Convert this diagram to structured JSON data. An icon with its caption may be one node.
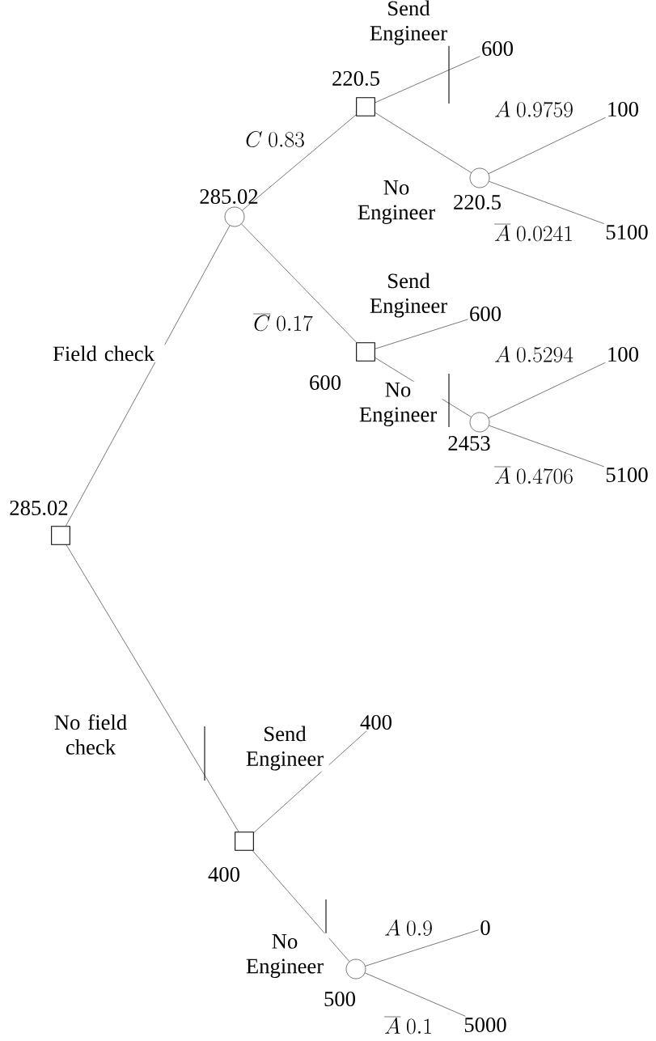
{
  "diagram": {
    "nodes": [
      {
        "text": [],
        "shape": "box",
        "beside": [
          "285.02"
        ]
      },
      {
        "text": [],
        "shape": "circle",
        "beside": [
          "285.02"
        ]
      },
      {
        "text": [],
        "shape": "box",
        "beside": [
          "220.5"
        ]
      },
      {
        "text": [
          "600"
        ]
      },
      {
        "text": [],
        "shape": "circle",
        "beside": [
          "220.5"
        ]
      },
      {
        "text": [
          "100"
        ]
      },
      {
        "text": [
          "5100"
        ]
      },
      {
        "text": [],
        "shape": "box",
        "beside": [
          "600"
        ]
      },
      {
        "text": [
          "600"
        ]
      },
      {
        "text": [],
        "shape": "circle",
        "beside": [
          "2453"
        ]
      },
      {
        "text": [
          "100"
        ]
      },
      {
        "text": [
          "5100"
        ]
      },
      {
        "text": [],
        "shape": "box",
        "beside": [
          "400"
        ]
      },
      {
        "text": [
          "400"
        ]
      },
      {
        "text": [],
        "shape": "circle",
        "beside": [
          "500"
        ]
      },
      {
        "text": [
          "0"
        ]
      },
      {
        "text": [
          "5000"
        ]
      }
    ],
    "edges": [
      {
        "from": 0,
        "to": 1,
        "arrow": "none",
        "label": "Field check"
      },
      {
        "from": 0,
        "to": 12,
        "arrow": "none",
        "label": "No field check"
      },
      {
        "from": 1,
        "to": 2,
        "arrow": "none",
        "label": "C\\ 0.83"
      },
      {
        "from": 1,
        "to": 7,
        "arrow": "none",
        "label": "\\overline{C}\\ 0.17"
      },
      {
        "from": 2,
        "to": 3,
        "arrow": "none",
        "label": "Send Engineer"
      },
      {
        "from": 2,
        "to": 4,
        "arrow": "none",
        "label": "No Engineer"
      },
      {
        "from": 4,
        "to": 5,
        "arrow": "none",
        "label": "A\\ 0.9759"
      },
      {
        "from": 4,
        "to": 6,
        "arrow": "none",
        "label": "\\overline{A}\\ 0.0241"
      },
      {
        "from": 7,
        "to": 8,
        "arrow": "none",
        "label": "Send Engineer"
      },
      {
        "from": 7,
        "to": 9,
        "arrow": "none",
        "label": "No Engineer"
      },
      {
        "from": 9,
        "to": 10,
        "arrow": "none",
        "label": "A\\ 0.5294"
      },
      {
        "from": 9,
        "to": 11,
        "arrow": "none",
        "label": "\\overline{A}\\ 0.4706"
      },
      {
        "from": 12,
        "to": 13,
        "arrow": "none",
        "label": "Send Engineer"
      },
      {
        "from": 12,
        "to": 14,
        "arrow": "none",
        "label": "No Engineer"
      },
      {
        "from": 14,
        "to": 15,
        "arrow": "none",
        "label": "A\\ 0.9"
      },
      {
        "from": 14,
        "to": 16,
        "arrow": "none",
        "label": "\\overline{A}\\ 0.1"
      }
    ]
  }
}
